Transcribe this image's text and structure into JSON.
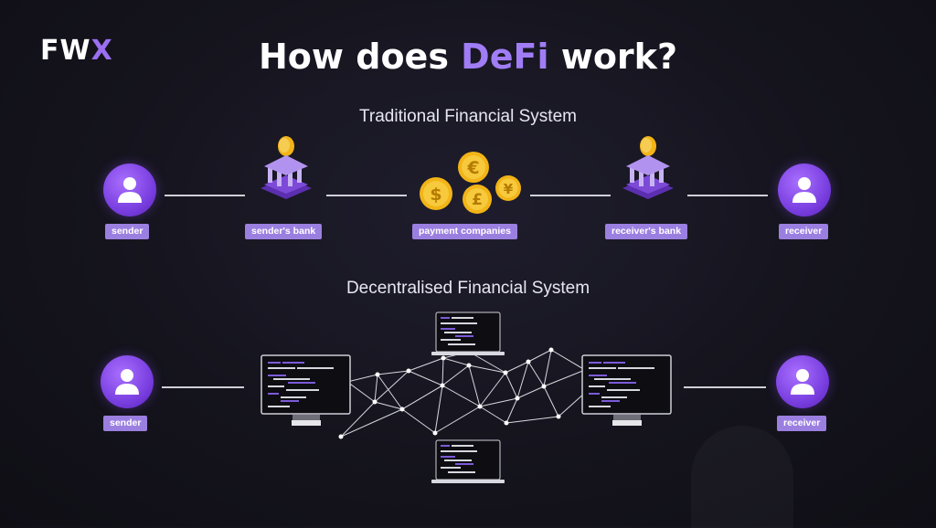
{
  "header": {
    "logo_main": "FW",
    "logo_accent": "X",
    "title_prefix": "How does ",
    "title_accent": "DeFi",
    "title_suffix": " work?"
  },
  "traditional": {
    "heading": "Traditional Financial System",
    "labels": {
      "sender": "sender",
      "senders_bank": "sender's bank",
      "payment_companies": "payment companies",
      "receivers_bank": "receiver's bank",
      "receiver": "receiver"
    },
    "currency_symbols": [
      "€",
      "$",
      "£",
      "¥"
    ]
  },
  "decentralised": {
    "heading": "Decentralised Financial System",
    "labels": {
      "sender": "sender",
      "receiver": "receiver"
    }
  },
  "colors": {
    "accent": "#9b6ff0",
    "tag_bg": "#9b7fe0",
    "coin": "#f2b417"
  }
}
